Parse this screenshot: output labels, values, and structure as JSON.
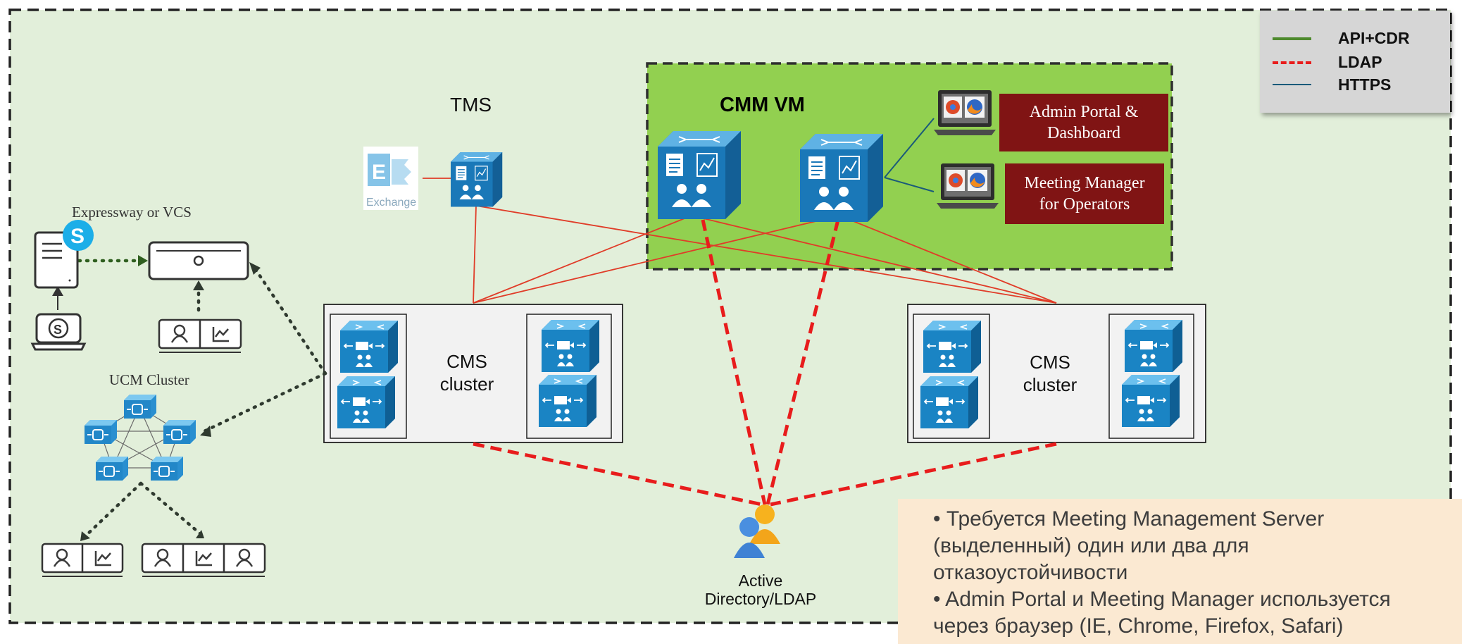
{
  "legend": {
    "items": [
      {
        "label": "API+CDR",
        "color": "#4e8a2e",
        "style": "solid"
      },
      {
        "label": "LDAP",
        "color": "#e81c1c",
        "style": "dashed"
      },
      {
        "label": "HTTPS",
        "color": "#1a5a7a",
        "style": "solid"
      }
    ]
  },
  "labels": {
    "tms": "TMS",
    "cmm_vm": "CMM VM",
    "expressway": "Expressway or VCS",
    "ucm_cluster": "UCM Cluster",
    "cms_cluster_left_l1": "CMS",
    "cms_cluster_left_l2": "cluster",
    "cms_cluster_right_l1": "CMS",
    "cms_cluster_right_l2": "cluster",
    "exchange": "Exchange",
    "ad_l1": "Active",
    "ad_l2": "Directory/LDAP"
  },
  "boxes": {
    "admin_portal_l1": "Admin Portal &",
    "admin_portal_l2": "Dashboard",
    "meeting_manager_l1": "Meeting Manager",
    "meeting_manager_l2": "for Operators"
  },
  "note": {
    "bullet1": "• Требуется Meeting Management Server (выделенный) один или два для отказоустойчивости",
    "bullet2": "• Admin Portal и Meeting Manager используется через браузер (IE, Chrome, Firefox, Safari)"
  },
  "colors": {
    "background": "#e2efda",
    "cmm_vm_fill": "#92d050",
    "api_line": "#e03c28",
    "ldap": "#e81c1c",
    "https": "#1a5a7a",
    "dotted": "#2f3a2f",
    "dotted_green": "#2f5f1f",
    "box_red": "#801414",
    "note_bg": "#fbe9d2",
    "cube_blue": "#1f86c0"
  },
  "icons": {
    "server": "server-icon",
    "cms": "cms-node-icon",
    "ucm": "ucm-node-icon",
    "laptop": "laptop-browser-icon",
    "exchange": "exchange-icon",
    "skype": "skype-icon",
    "users": "active-directory-users-icon",
    "expressway": "expressway-appliance-icon",
    "endpoint": "endpoint-icon"
  }
}
